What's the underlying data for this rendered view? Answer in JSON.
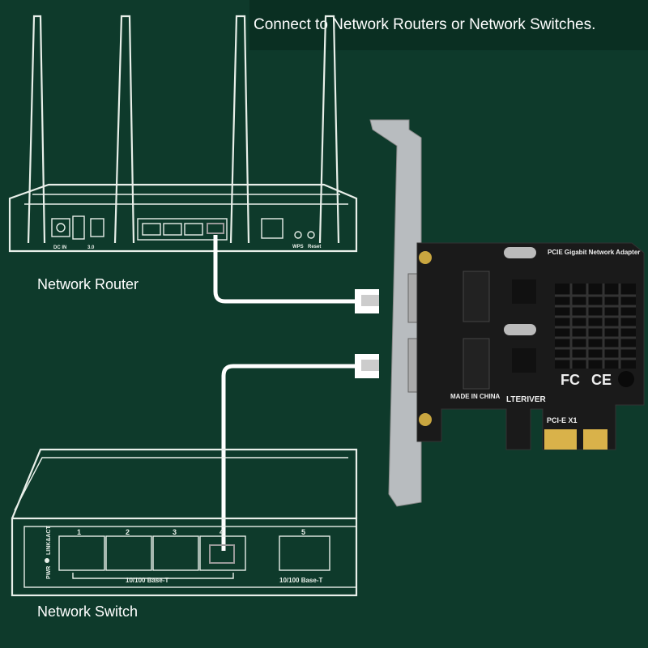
{
  "header": {
    "title": "Connect to Network Routers or Network Switches."
  },
  "router": {
    "label": "Network Router",
    "dc_label": "DC IN",
    "usb_label": "3.0",
    "wps_label": "WPS",
    "reset_label": "Reset"
  },
  "switch": {
    "label": "Network Switch",
    "pwr_label": "PWR",
    "link_label": "LINK&ACT",
    "port_numbers": [
      "1",
      "2",
      "3",
      "4",
      "5"
    ],
    "speed_label_1": "10/100 Base-T",
    "speed_label_2": "10/100 Base-T"
  },
  "card": {
    "title": "PCIE Gigabit Network Adapter",
    "origin": "MADE IN CHINA",
    "brand": "LTERIVER",
    "interface": "PCI-E X1",
    "fc_mark": "FC",
    "ce_mark": "CE"
  },
  "colors": {
    "background": "#0e3a2b",
    "banner": "#0a2f22",
    "line_art": "#e8efe9",
    "pcb": "#1a1a1a",
    "gold": "#d9b24a"
  }
}
